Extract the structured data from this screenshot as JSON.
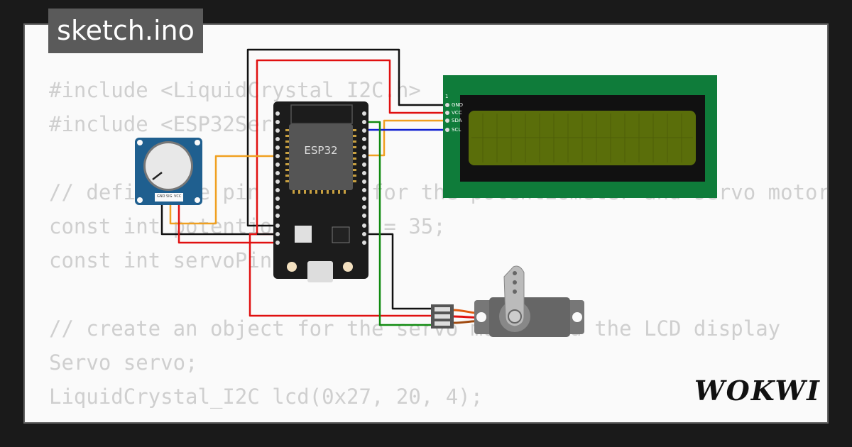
{
  "tab": {
    "filename": "sketch.ino"
  },
  "code": {
    "lines": [
      "#include <LiquidCrystal_I2C.h>",
      "#include <ESP32Servo.h>",
      "",
      "// define the pin numbers for the potentiometer and servo motor",
      "const int potentiometerPin = 35;",
      "const int servoPin = 18;",
      "",
      "// create an object for the servo motor and the LCD display",
      "Servo servo;",
      "LiquidCrystal_I2C lcd(0x27, 20, 4);"
    ]
  },
  "esp32": {
    "label": "ESP32"
  },
  "lcd": {
    "pins": [
      "GND",
      "VCC",
      "SDA",
      "SCL"
    ],
    "pin1_label": "1"
  },
  "potentiometer": {
    "pins": [
      "GND",
      "SIG",
      "VCC"
    ]
  },
  "brand": {
    "logo": "WOKWI"
  },
  "colors": {
    "wire_gnd": "#111111",
    "wire_vcc": "#e01010",
    "wire_sda": "#f0a020",
    "wire_scl": "#1020d0",
    "wire_servo": "#108a10",
    "lcd_board": "#0f7c3a",
    "lcd_screen": "#5a6e0a"
  }
}
